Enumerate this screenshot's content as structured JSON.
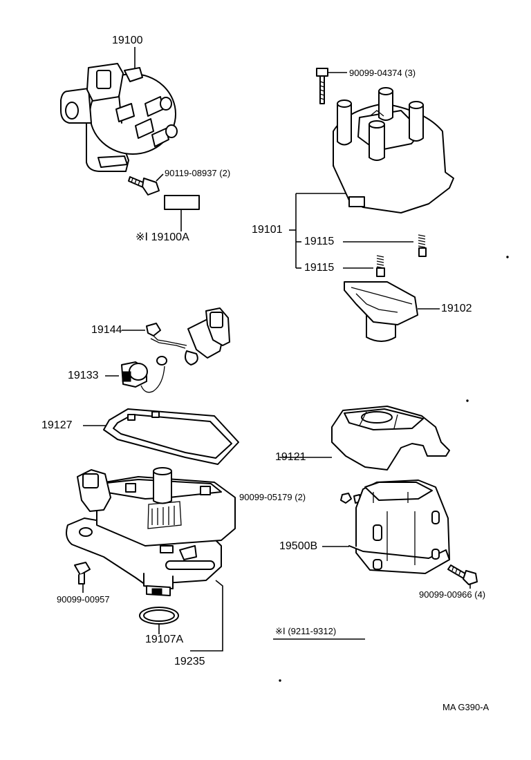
{
  "parts": {
    "p19100": "19100",
    "p90119_08937": "90119-08937 (2)",
    "p19100A": "※Ⅰ 19100A",
    "p90099_04374": "90099-04374 (3)",
    "p19101": "19101",
    "p19115_upper": "19115",
    "p19115_lower": "19115",
    "p19102": "19102",
    "p19144": "19144",
    "p19133": "19133",
    "p19127": "19127",
    "p19121": "19121",
    "p90099_05179": "90099-05179 (2)",
    "p19500B": "19500B",
    "p90099_00957": "90099-00957",
    "p90099_00966": "90099-00966 (4)",
    "p19107A": "19107A",
    "p19235": "19235"
  },
  "note": "※Ⅰ (9211-9312)",
  "code": "MA  G390-A"
}
